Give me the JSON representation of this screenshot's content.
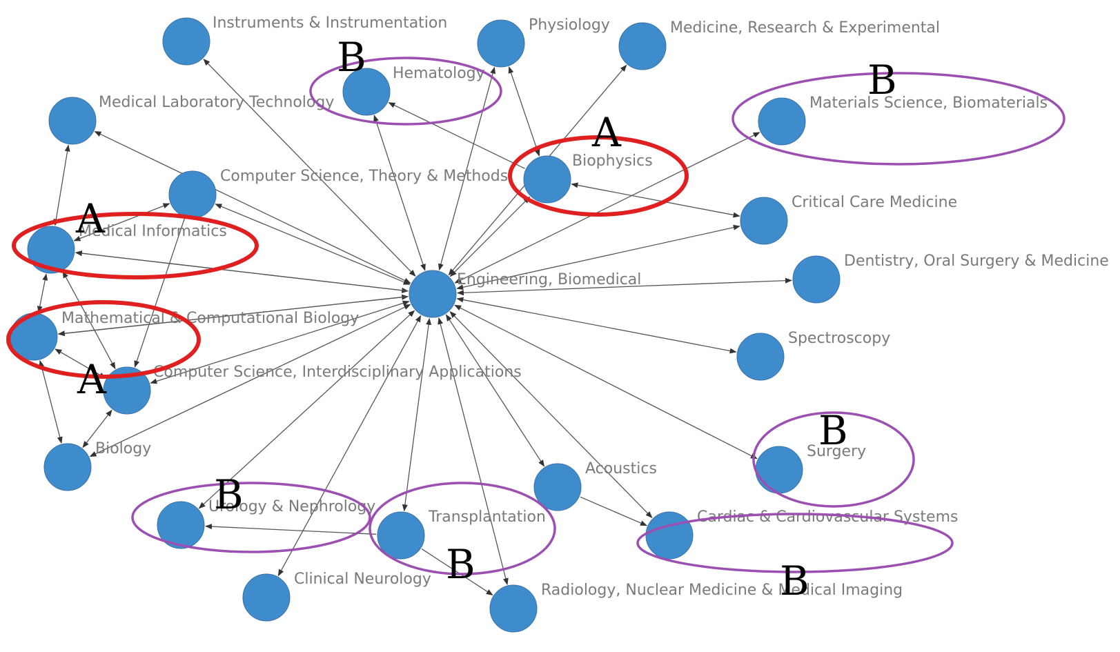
{
  "colors": {
    "node": "#3f8ccc",
    "edge": "#555555",
    "label": "#7a7a7a",
    "group_a": "#e02020",
    "group_b": "#9b4fb0",
    "letter": "#000000"
  },
  "nodes": [
    {
      "id": "center",
      "label": "Engineering, Biomedical"
    },
    {
      "id": "instruments",
      "label": "Instruments & Instrumentation"
    },
    {
      "id": "physiology",
      "label": "Physiology"
    },
    {
      "id": "medres",
      "label": "Medicine, Research & Experimental"
    },
    {
      "id": "hematology",
      "label": "Hematology"
    },
    {
      "id": "materials",
      "label": "Materials Science, Biomaterials"
    },
    {
      "id": "medlab",
      "label": "Medical Laboratory Technology"
    },
    {
      "id": "biophysics",
      "label": "Biophysics"
    },
    {
      "id": "cstheory",
      "label": "Computer Science, Theory & Methods"
    },
    {
      "id": "critical",
      "label": "Critical Care Medicine"
    },
    {
      "id": "medinfo",
      "label": "Medical Informatics"
    },
    {
      "id": "dentistry",
      "label": "Dentistry, Oral Surgery & Medicine"
    },
    {
      "id": "mathbio",
      "label": "Mathematical & Computational Biology"
    },
    {
      "id": "spectroscopy",
      "label": "Spectroscopy"
    },
    {
      "id": "csinter",
      "label": "Computer Science, Interdisciplinary Applications"
    },
    {
      "id": "biology",
      "label": "Biology"
    },
    {
      "id": "surgery",
      "label": "Surgery"
    },
    {
      "id": "acoustics",
      "label": "Acoustics"
    },
    {
      "id": "urology",
      "label": "Urology & Nephrology"
    },
    {
      "id": "transplant",
      "label": "Transplantation"
    },
    {
      "id": "cardiac",
      "label": "Cardiac & Cardiovascular Systems"
    },
    {
      "id": "neuro",
      "label": "Clinical Neurology"
    },
    {
      "id": "radiology",
      "label": "Radiology, Nuclear Medicine & Medical Imaging"
    }
  ],
  "edges": [
    {
      "from": "instruments",
      "to": "center",
      "dir": "both"
    },
    {
      "from": "physiology",
      "to": "center",
      "dir": "both"
    },
    {
      "from": "medres",
      "to": "center",
      "dir": "both"
    },
    {
      "from": "hematology",
      "to": "center",
      "dir": "both"
    },
    {
      "from": "materials",
      "to": "center",
      "dir": "both"
    },
    {
      "from": "medlab",
      "to": "center",
      "dir": "both"
    },
    {
      "from": "biophysics",
      "to": "center",
      "dir": "both"
    },
    {
      "from": "cstheory",
      "to": "center",
      "dir": "both"
    },
    {
      "from": "critical",
      "to": "center",
      "dir": "both"
    },
    {
      "from": "medinfo",
      "to": "center",
      "dir": "both"
    },
    {
      "from": "dentistry",
      "to": "center",
      "dir": "both"
    },
    {
      "from": "mathbio",
      "to": "center",
      "dir": "both"
    },
    {
      "from": "spectroscopy",
      "to": "center",
      "dir": "both"
    },
    {
      "from": "csinter",
      "to": "center",
      "dir": "both"
    },
    {
      "from": "biology",
      "to": "center",
      "dir": "both"
    },
    {
      "from": "surgery",
      "to": "center",
      "dir": "both"
    },
    {
      "from": "acoustics",
      "to": "center",
      "dir": "both"
    },
    {
      "from": "urology",
      "to": "center",
      "dir": "both"
    },
    {
      "from": "transplant",
      "to": "center",
      "dir": "both"
    },
    {
      "from": "cardiac",
      "to": "center",
      "dir": "both"
    },
    {
      "from": "neuro",
      "to": "center",
      "dir": "both"
    },
    {
      "from": "radiology",
      "to": "center",
      "dir": "both"
    },
    {
      "from": "biophysics",
      "to": "hematology",
      "dir": "forward"
    },
    {
      "from": "biophysics",
      "to": "physiology",
      "dir": "both"
    },
    {
      "from": "biophysics",
      "to": "critical",
      "dir": "both"
    },
    {
      "from": "medlab",
      "to": "medinfo",
      "dir": "both"
    },
    {
      "from": "medinfo",
      "to": "mathbio",
      "dir": "both"
    },
    {
      "from": "medinfo",
      "to": "csinter",
      "dir": "both"
    },
    {
      "from": "mathbio",
      "to": "csinter",
      "dir": "both"
    },
    {
      "from": "mathbio",
      "to": "biology",
      "dir": "both"
    },
    {
      "from": "csinter",
      "to": "biology",
      "dir": "both"
    },
    {
      "from": "cstheory",
      "to": "medinfo",
      "dir": "both"
    },
    {
      "from": "cstheory",
      "to": "csinter",
      "dir": "forward"
    },
    {
      "from": "center",
      "to": "medinfo",
      "dir": "forward"
    },
    {
      "from": "center",
      "to": "mathbio",
      "dir": "forward"
    },
    {
      "from": "transplant",
      "to": "urology",
      "dir": "forward"
    },
    {
      "from": "transplant",
      "to": "radiology",
      "dir": "forward"
    },
    {
      "from": "acoustics",
      "to": "cardiac",
      "dir": "forward"
    }
  ],
  "groups": [
    {
      "id": "a-medinfo",
      "type": "A",
      "letter": "A"
    },
    {
      "id": "a-mathbio",
      "type": "A",
      "letter": "A"
    },
    {
      "id": "a-biophysics",
      "type": "A",
      "letter": "A"
    },
    {
      "id": "a-csinter",
      "type": "A",
      "letter": "A"
    },
    {
      "id": "b-hematology",
      "type": "B",
      "letter": "B"
    },
    {
      "id": "b-materials",
      "type": "B",
      "letter": "B"
    },
    {
      "id": "b-surgery",
      "type": "B",
      "letter": "B"
    },
    {
      "id": "b-urology",
      "type": "B",
      "letter": "B"
    },
    {
      "id": "b-transplant",
      "type": "B",
      "letter": "B"
    },
    {
      "id": "b-cardiac",
      "type": "B",
      "letter": "B"
    }
  ]
}
